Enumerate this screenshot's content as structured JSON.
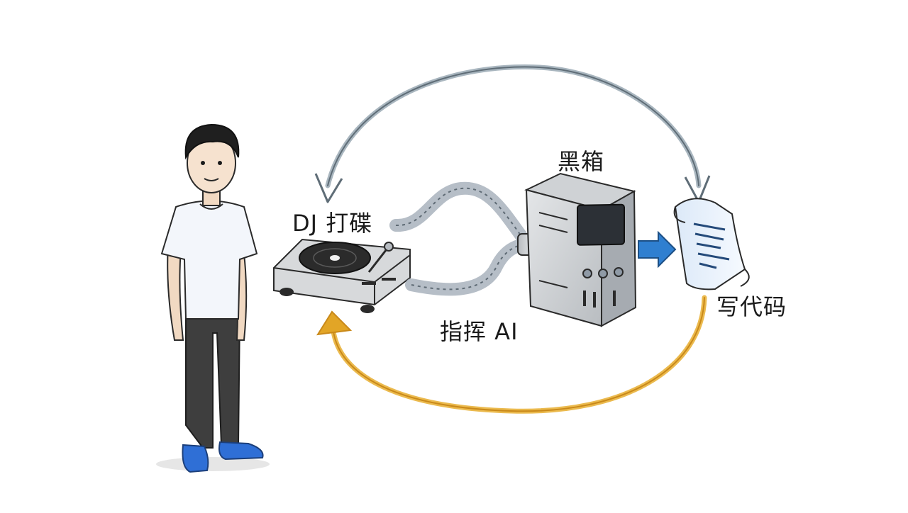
{
  "labels": {
    "dj_scratching": "DJ 打碟",
    "black_box": "黑箱",
    "command_ai": "指挥 AI",
    "write_code": "写代码"
  },
  "icons": {
    "person": "person-icon",
    "turntable": "turntable-icon",
    "hose": "hose-icon",
    "computer": "computer-tower-icon",
    "scroll": "code-scroll-icon",
    "arrow_top": "curved-arrow-icon",
    "arrow_bottom": "curved-arrow-icon",
    "arrow_right": "arrow-right-icon"
  },
  "colors": {
    "ink": "#2a2a2a",
    "top_arrow": "#8fa0ab",
    "bottom_arrow": "#e2a526",
    "accent_blue": "#2f7fd0",
    "shirt": "#f3f6fb",
    "pants": "#3e3e3e",
    "shoes": "#2f6fd6"
  }
}
